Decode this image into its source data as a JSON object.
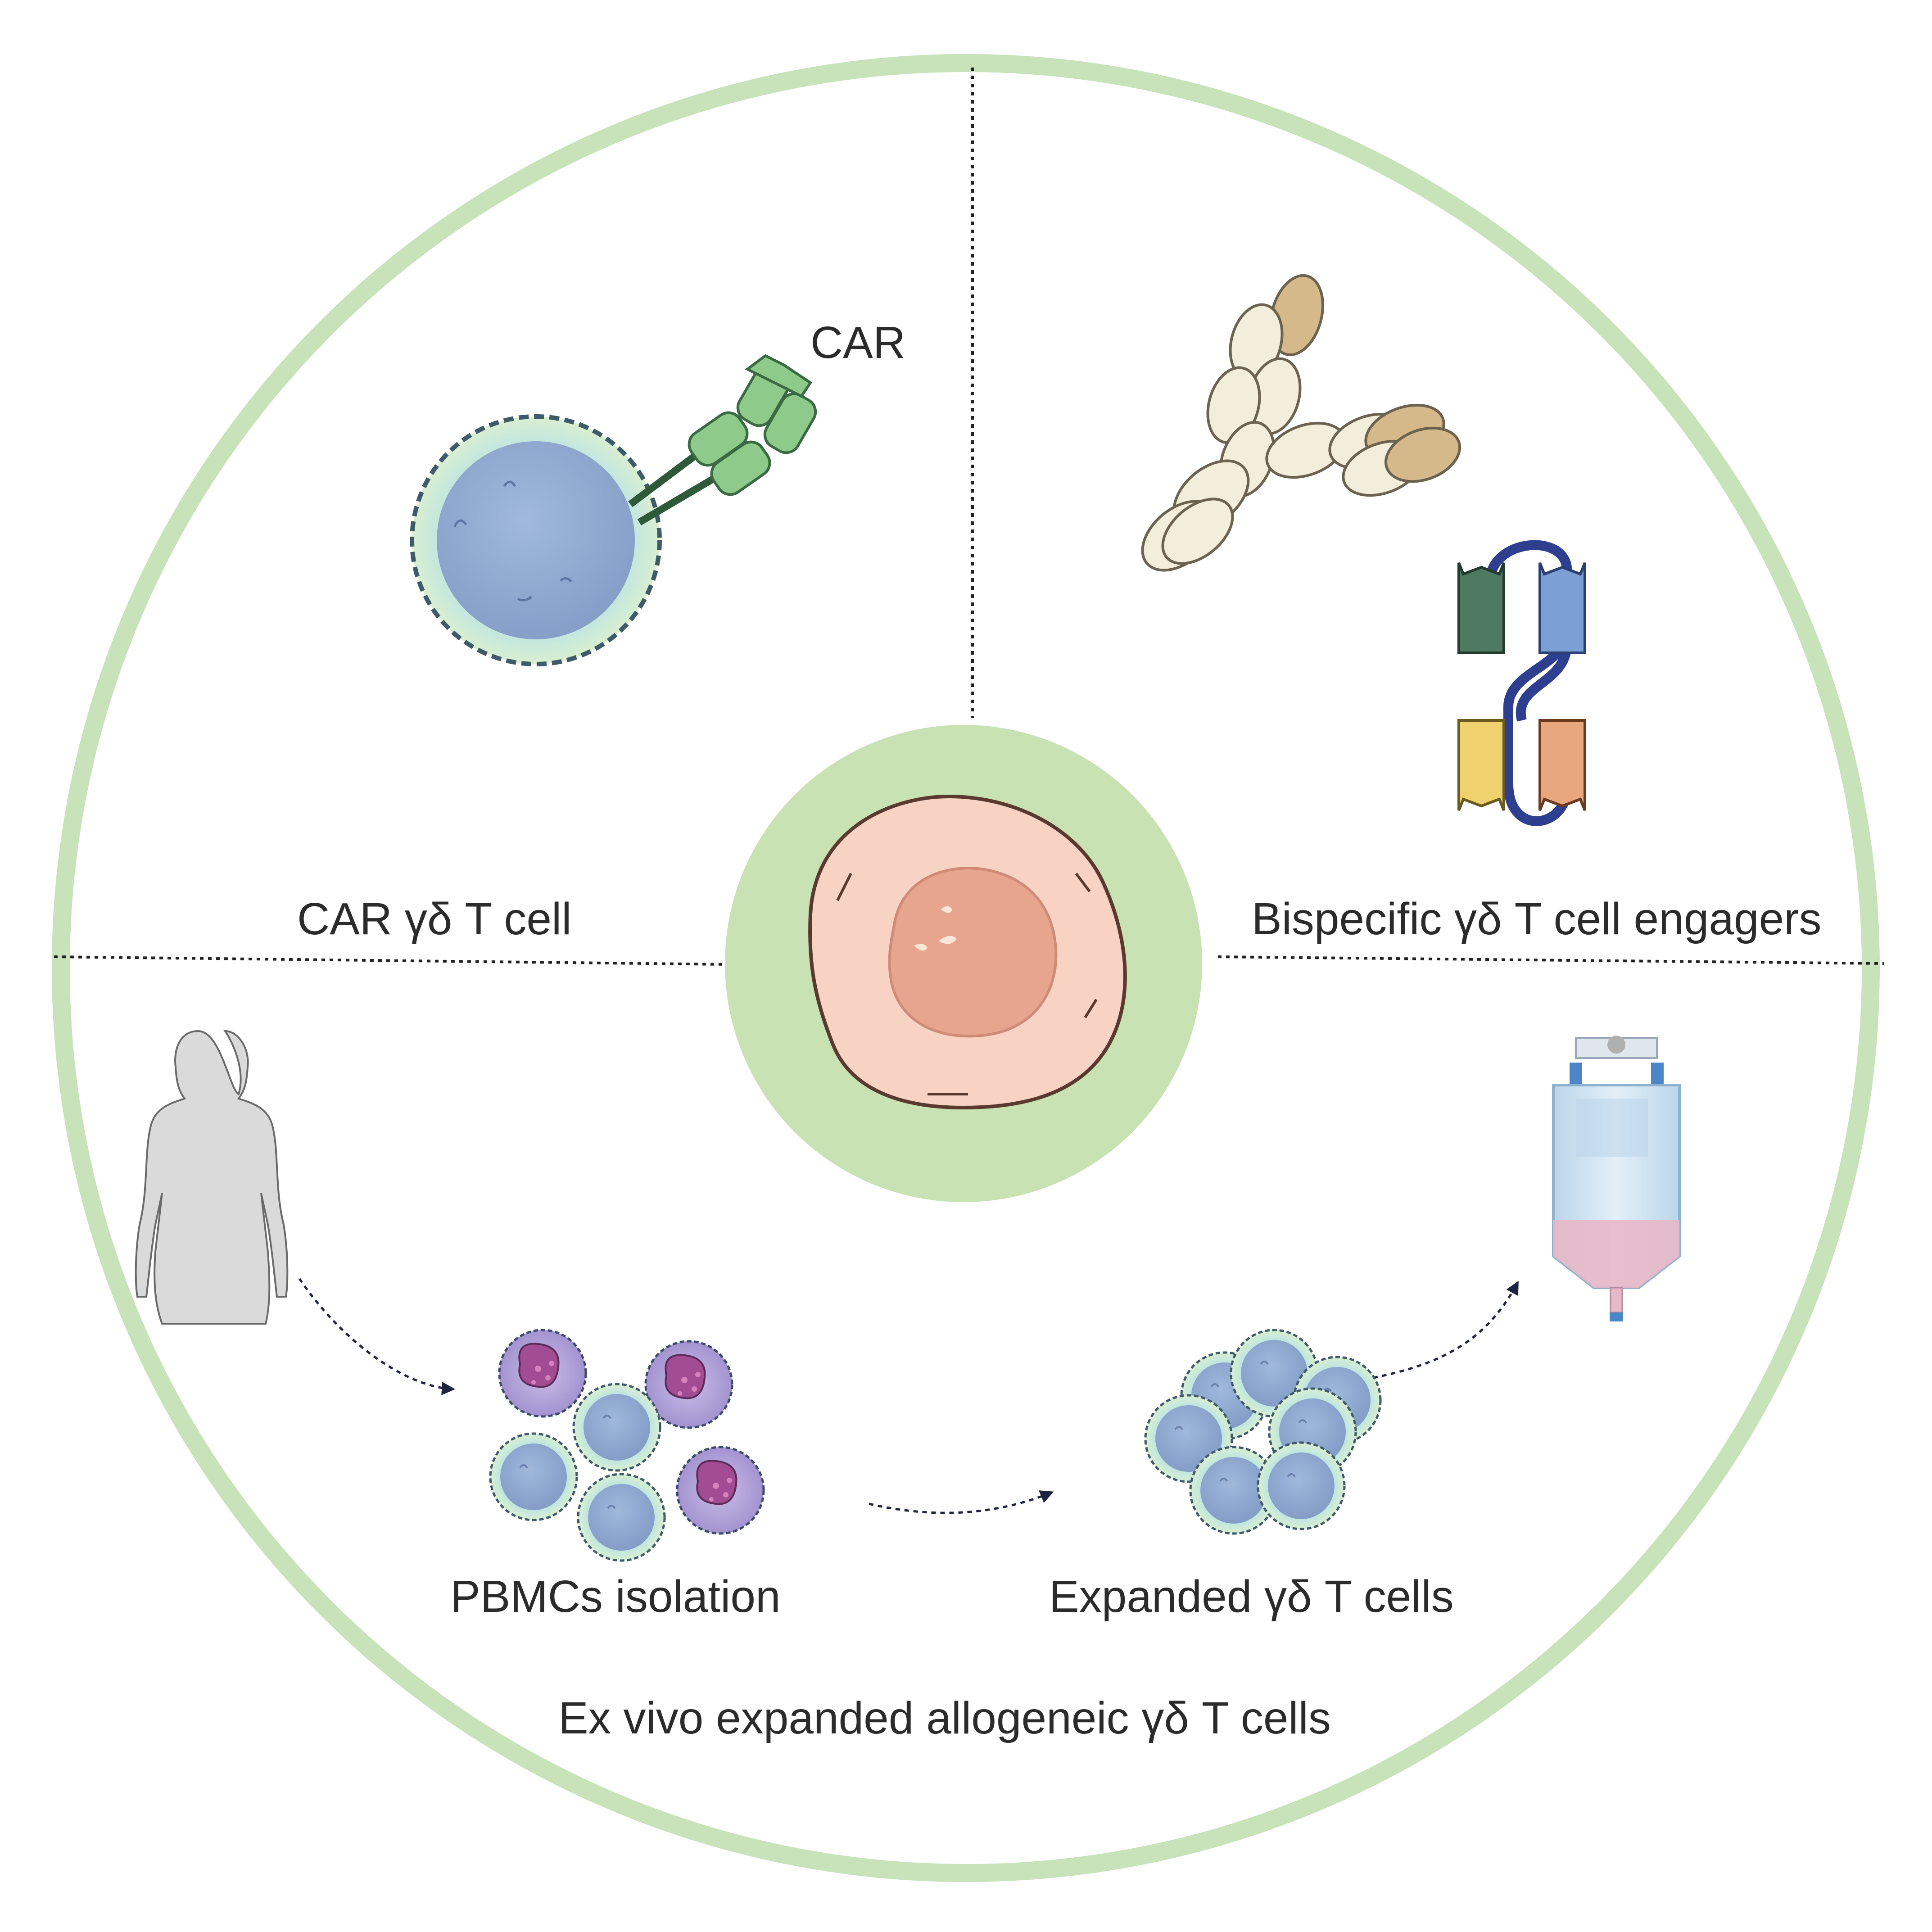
{
  "labels": {
    "car": "CAR",
    "car_gd_t_cell": "CAR γδ T cell",
    "bispecific": "Bispecific γδ  T cell engagers",
    "pbmcs_isolation": "PBMCs isolation",
    "expanded_cells": "Expanded γδ  T cells",
    "ex_vivo": "Ex vivo expanded allogeneic γδ T cells"
  },
  "colors": {
    "outer_ring": "#c8e2b9",
    "center_disc": "#c8e2b4",
    "tumor_cell": "#f8d3c3",
    "tumor_nucleus": "#e8a58e",
    "tumor_outline": "#5a3a2e",
    "t_cell_body": "#8ea6cf",
    "t_cell_halo": "#b7e3e6",
    "car_green": "#8ecb8a",
    "antibody_cream": "#f3eedc",
    "antibody_tan": "#d6b98a",
    "bite_dark_green": "#4f7a62",
    "bite_blue": "#7c9fd6",
    "bite_yellow": "#efd16e",
    "bite_orange": "#e9a77f",
    "bite_linker": "#2e3f8f",
    "silhouette": "#dadada",
    "granulocyte": "#b9a9dc",
    "granulocyte_nucleus": "#a14c93",
    "iv_bag": "#cfe3f1",
    "iv_fluid": "#e7b8c8",
    "text": "#2b2b2b"
  },
  "icons": [
    "tumor-cell-icon",
    "car-t-cell-icon",
    "car-receptor-icon",
    "antibody-icon",
    "bispecific-engager-icon",
    "person-silhouette-icon",
    "pbmc-cluster-icon",
    "expanded-cell-cluster-icon",
    "iv-bag-icon"
  ]
}
